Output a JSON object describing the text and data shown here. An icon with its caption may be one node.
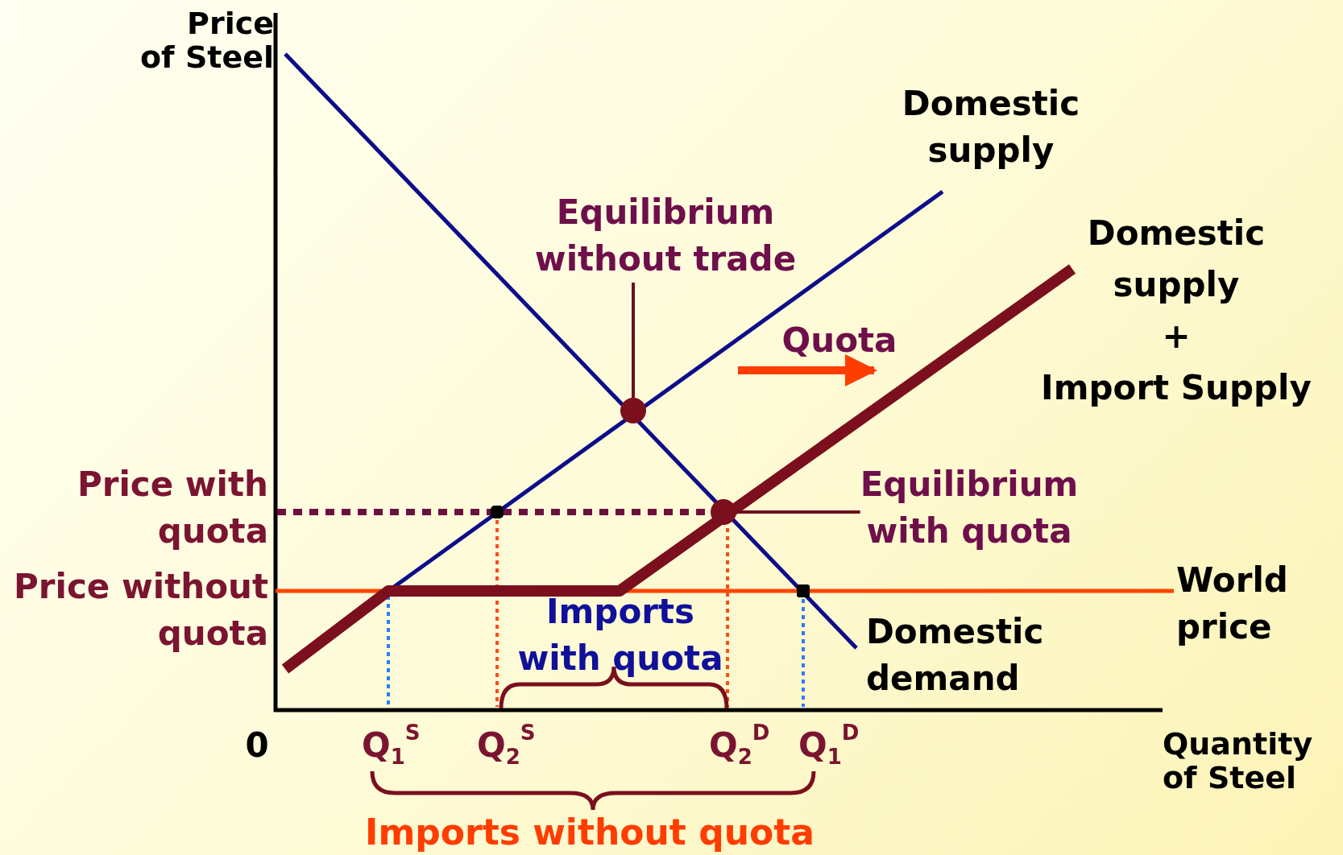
{
  "diagram": {
    "nodes": [
      {
        "text": [
          "Equilibrium without trade"
        ]
      },
      {
        "text": [],
        "shape": "circle"
      },
      {
        "text": [
          "Equilibrium with quota"
        ]
      },
      {
        "text": [],
        "shape": "circle"
      }
    ],
    "edges": [
      {
        "from": 0,
        "to": 1,
        "arrow": "none"
      },
      {
        "from": 2,
        "to": 3,
        "arrow": "none"
      }
    ],
    "labels": [
      "Price of Steel",
      "Domestic supply",
      "Domestic supply + Import Supply",
      "Quota",
      "Price with quota",
      "Price without quota",
      "Imports with quota",
      "Domestic demand",
      "World price",
      "0",
      "Q$_{1}$$^{S}$",
      "Q$_{2}$$^{S}$",
      "Q$_{2}$$^{D}$",
      "Q$_{1}$$^{D}$",
      "Quantity of Steel",
      "Imports without quota"
    ]
  }
}
